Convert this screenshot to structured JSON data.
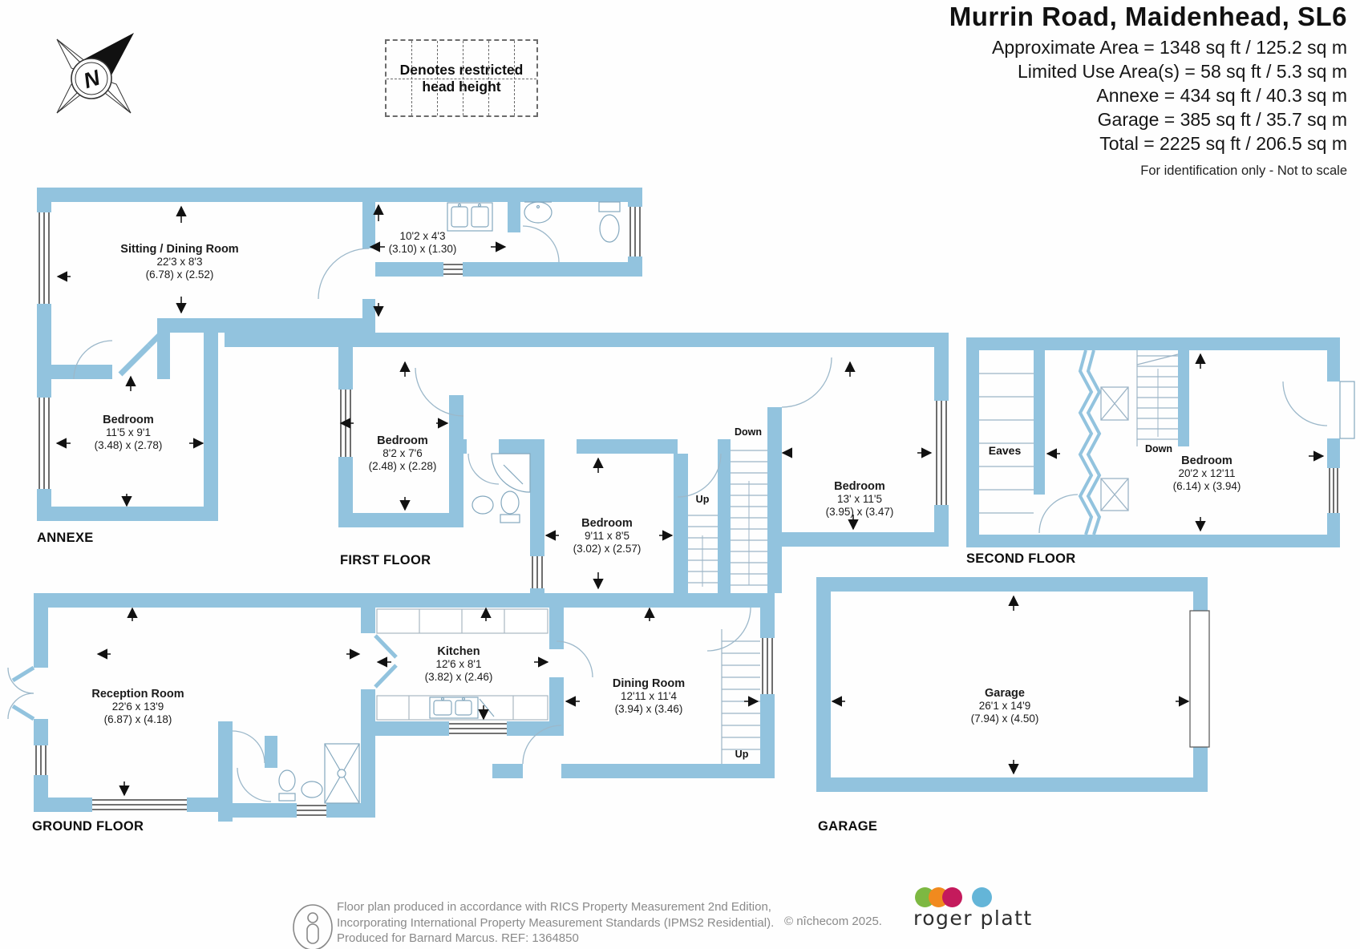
{
  "header": {
    "title": "Murrin Road, Maidenhead, SL6",
    "area_lines": [
      "Approximate Area = 1348 sq ft / 125.2 sq m",
      "Limited Use Area(s) = 58 sq ft / 5.3 sq m",
      "Annexe = 434 sq ft / 40.3 sq m",
      "Garage = 385 sq ft / 35.7 sq m",
      "Total = 2225 sq ft / 206.5 sq m"
    ],
    "note": "For identification only - Not to scale"
  },
  "legend": {
    "text": "Denotes restricted head height"
  },
  "compass": {
    "letter": "N"
  },
  "colors": {
    "wall": "#92c3de",
    "door_arc": "#9cb8ca",
    "brand_green": "#7db842",
    "brand_orange": "#f18a1e",
    "brand_crimson": "#c41a5c",
    "brand_blue": "#64b5d8"
  },
  "floors": {
    "annexe": {
      "label": "ANNEXE",
      "rooms": [
        {
          "name": "Sitting / Dining Room",
          "imperial": "22'3 x 8'3",
          "metric": "(6.78) x (2.52)"
        },
        {
          "name": "",
          "imperial": "10'2 x 4'3",
          "metric": "(3.10) x (1.30)"
        },
        {
          "name": "Bedroom",
          "imperial": "11'5 x 9'1",
          "metric": "(3.48) x (2.78)"
        }
      ]
    },
    "first": {
      "label": "FIRST FLOOR",
      "stairs": {
        "up": "Up",
        "down": "Down"
      },
      "rooms": [
        {
          "name": "Bedroom",
          "imperial": "8'2 x 7'6",
          "metric": "(2.48) x (2.28)"
        },
        {
          "name": "Bedroom",
          "imperial": "9'11 x 8'5",
          "metric": "(3.02) x (2.57)"
        },
        {
          "name": "Bedroom",
          "imperial": "13' x 11'5",
          "metric": "(3.95) x (3.47)"
        }
      ]
    },
    "second": {
      "label": "SECOND FLOOR",
      "stairs": {
        "down": "Down"
      },
      "eaves": "Eaves",
      "rooms": [
        {
          "name": "Bedroom",
          "imperial": "20'2 x 12'11",
          "metric": "(6.14) x (3.94)"
        }
      ]
    },
    "ground": {
      "label": "GROUND FLOOR",
      "stairs": {
        "up": "Up"
      },
      "rooms": [
        {
          "name": "Reception Room",
          "imperial": "22'6 x 13'9",
          "metric": "(6.87) x (4.18)"
        },
        {
          "name": "Kitchen",
          "imperial": "12'6 x 8'1",
          "metric": "(3.82) x (2.46)"
        },
        {
          "name": "Dining Room",
          "imperial": "12'11 x 11'4",
          "metric": "(3.94) x (3.46)"
        }
      ]
    },
    "garage": {
      "label": "GARAGE",
      "rooms": [
        {
          "name": "Garage",
          "imperial": "26'1 x 14'9",
          "metric": "(7.94) x (4.50)"
        }
      ]
    }
  },
  "footer": {
    "lines": [
      "Floor plan produced in accordance with RICS Property Measurement 2nd Edition,",
      "Incorporating International Property Measurement Standards (IPMS2 Residential).",
      "Produced for Barnard Marcus.   REF:  1364850"
    ],
    "copyright": "© nîchecom 2025.",
    "brand": {
      "name": "roger platt"
    }
  }
}
